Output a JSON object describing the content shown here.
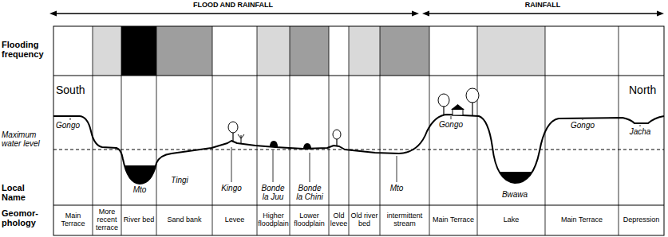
{
  "diagram": {
    "labels": [
      "FLOOD AND RAINFALL",
      "RAINFALL",
      "Flooding frequency",
      "South",
      "North",
      "Gongo",
      "Maximum water level",
      "Mto",
      "Tingi",
      "Kingo",
      "Bonde la Juu",
      "Bonde la Chini",
      "Mto",
      "Gongo",
      "Bwawa",
      "Gongo",
      "Jacha",
      "Local Name",
      "Geomor- phology",
      "Main Terrace",
      "More recent terrace",
      "River bed",
      "Sand bank",
      "Levee",
      "Higher floodplain",
      "Lower floodplain",
      "Old levee",
      "Old river bed",
      "intermittent stream",
      "Main Terrace",
      "Lake",
      "Main Terrace",
      "Depression"
    ]
  }
}
